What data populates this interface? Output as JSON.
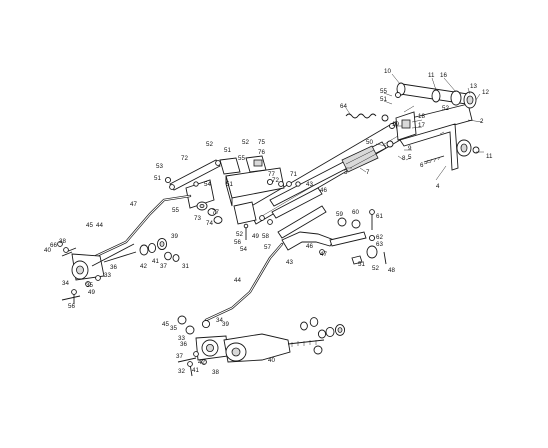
{
  "diagram": {
    "labels": [
      "10",
      "11",
      "16",
      "13",
      "12",
      "55",
      "51",
      "52",
      "64",
      "19",
      "18",
      "17",
      "2",
      "50",
      "8",
      "9",
      "3",
      "7",
      "5",
      "6",
      "11",
      "4",
      "52",
      "75",
      "76",
      "77",
      "51",
      "55",
      "72",
      "52",
      "53",
      "51",
      "54",
      "55",
      "77",
      "73",
      "51",
      "72",
      "71",
      "43",
      "46",
      "47",
      "45",
      "44",
      "66",
      "40",
      "38",
      "39",
      "41",
      "42",
      "37",
      "31",
      "33",
      "36",
      "34",
      "35",
      "49",
      "56",
      "74",
      "52",
      "56",
      "54",
      "49",
      "58",
      "57",
      "59",
      "60",
      "61",
      "62",
      "63",
      "51",
      "52",
      "48",
      "43",
      "47",
      "46",
      "44",
      "45",
      "35",
      "34",
      "36",
      "33",
      "37",
      "32",
      "41",
      "42",
      "38",
      "39",
      "40"
    ]
  }
}
